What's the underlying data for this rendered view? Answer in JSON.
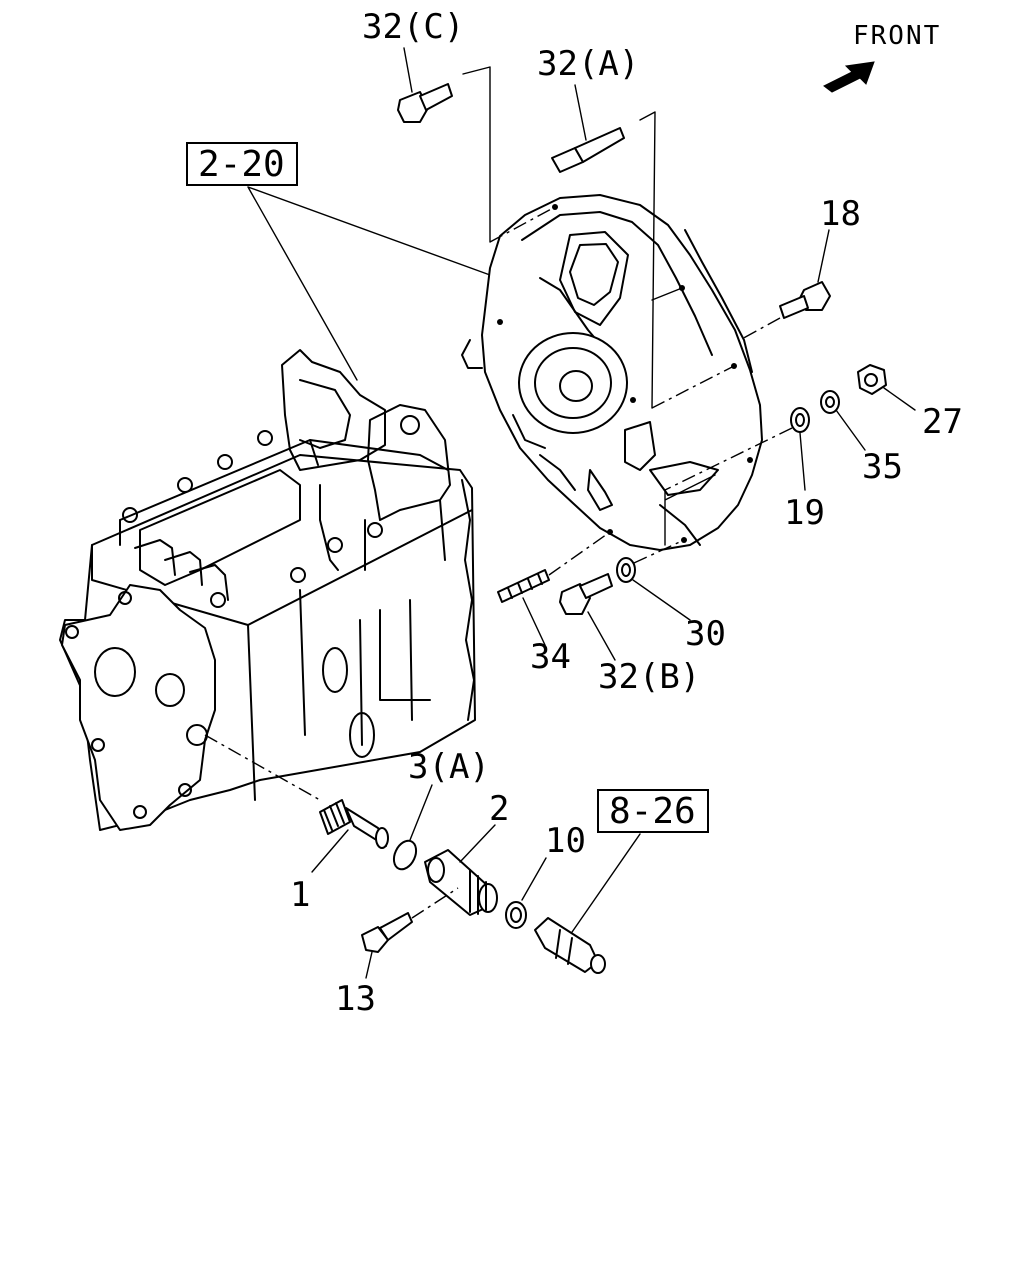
{
  "orientation": {
    "text": "FRONT",
    "icon": "front-arrow-icon"
  },
  "ref_boxes": [
    {
      "id": "ref-2-20",
      "text": "2-20"
    },
    {
      "id": "ref-8-26",
      "text": "8-26"
    }
  ],
  "callouts": {
    "c32c": "32(C)",
    "c32a": "32(A)",
    "c18": "18",
    "c27": "27",
    "c35": "35",
    "c19": "19",
    "c30": "30",
    "c34": "34",
    "c32b": "32(B)",
    "c3a": "3(A)",
    "c2": "2",
    "c10": "10",
    "c1": "1",
    "c13": "13"
  }
}
